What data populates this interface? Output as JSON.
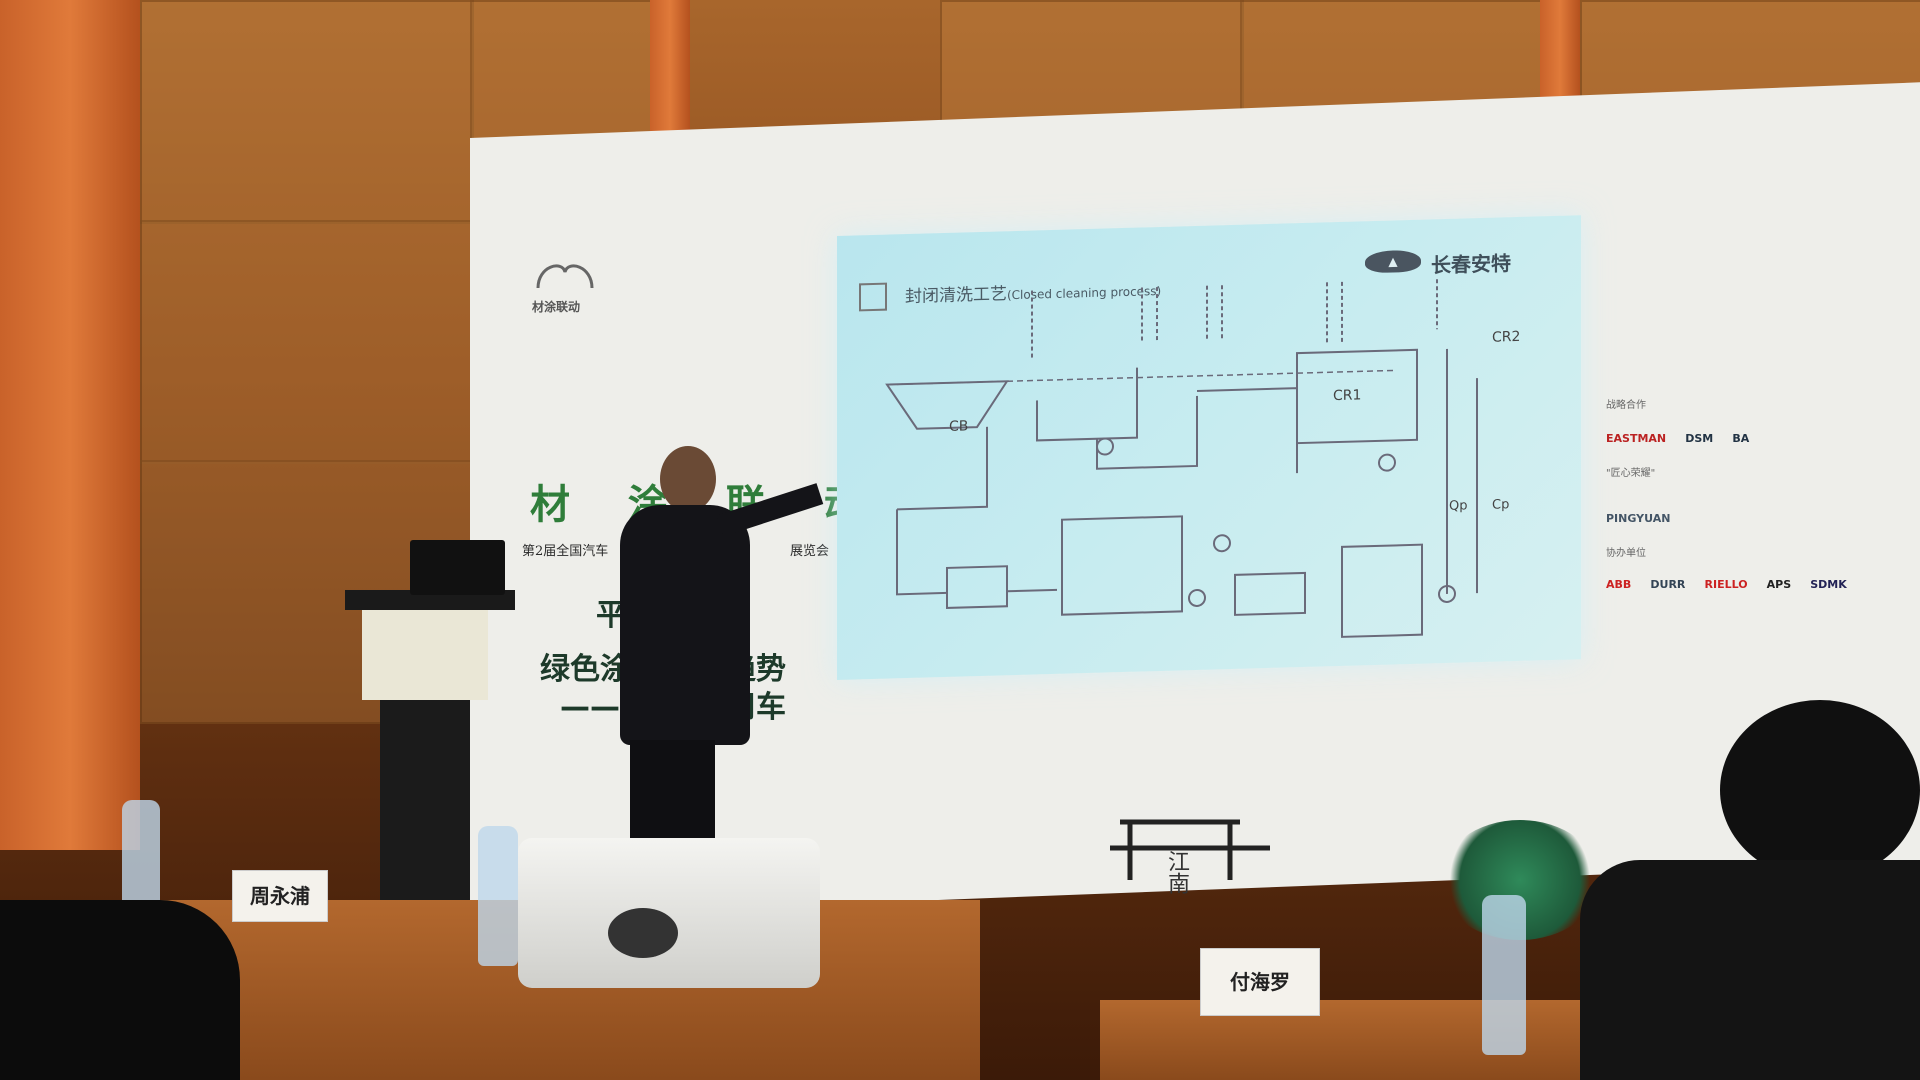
{
  "slide": {
    "title_cn": "封闭清洗工艺",
    "title_en": "(Closed cleaning process)",
    "brand_name": "长春安特",
    "labels": {
      "cb": "CB",
      "cr1": "CR1",
      "cr2": "CR2",
      "qp": "Qp",
      "cp": "Cp"
    }
  },
  "event": {
    "logo_text": "材涂联动",
    "headline": "材 涂   联 动",
    "subtitle_partial": "第2届全国汽车",
    "subtitle_right": "展览会",
    "theme_line1_left": "绿色涂装",
    "theme_line1_right": "趋势",
    "theme_line2_left": "——乘用",
    "theme_line2_right": "商用车",
    "forum_partial": "平行",
    "bottom_logo": "江南"
  },
  "sponsors": {
    "strategic_title": "战略合作",
    "strategic": [
      "EASTMAN",
      "DSM",
      "BA"
    ],
    "support_title": "\"匠心荣耀\"",
    "support_brand": "PINGYUAN",
    "assoc_title": "协办单位",
    "assoc": [
      "ABB",
      "DURR",
      "RIELLO",
      "APS",
      "SDMK"
    ]
  },
  "nameplates": {
    "left": "周永浦",
    "right": "付海罗"
  },
  "colors": {
    "wall": "#8a4a1c",
    "pillar": "#e07a3a",
    "backdrop": "#eeeeea",
    "slide": "#c7ecf0",
    "green": "#2f7d3a"
  }
}
